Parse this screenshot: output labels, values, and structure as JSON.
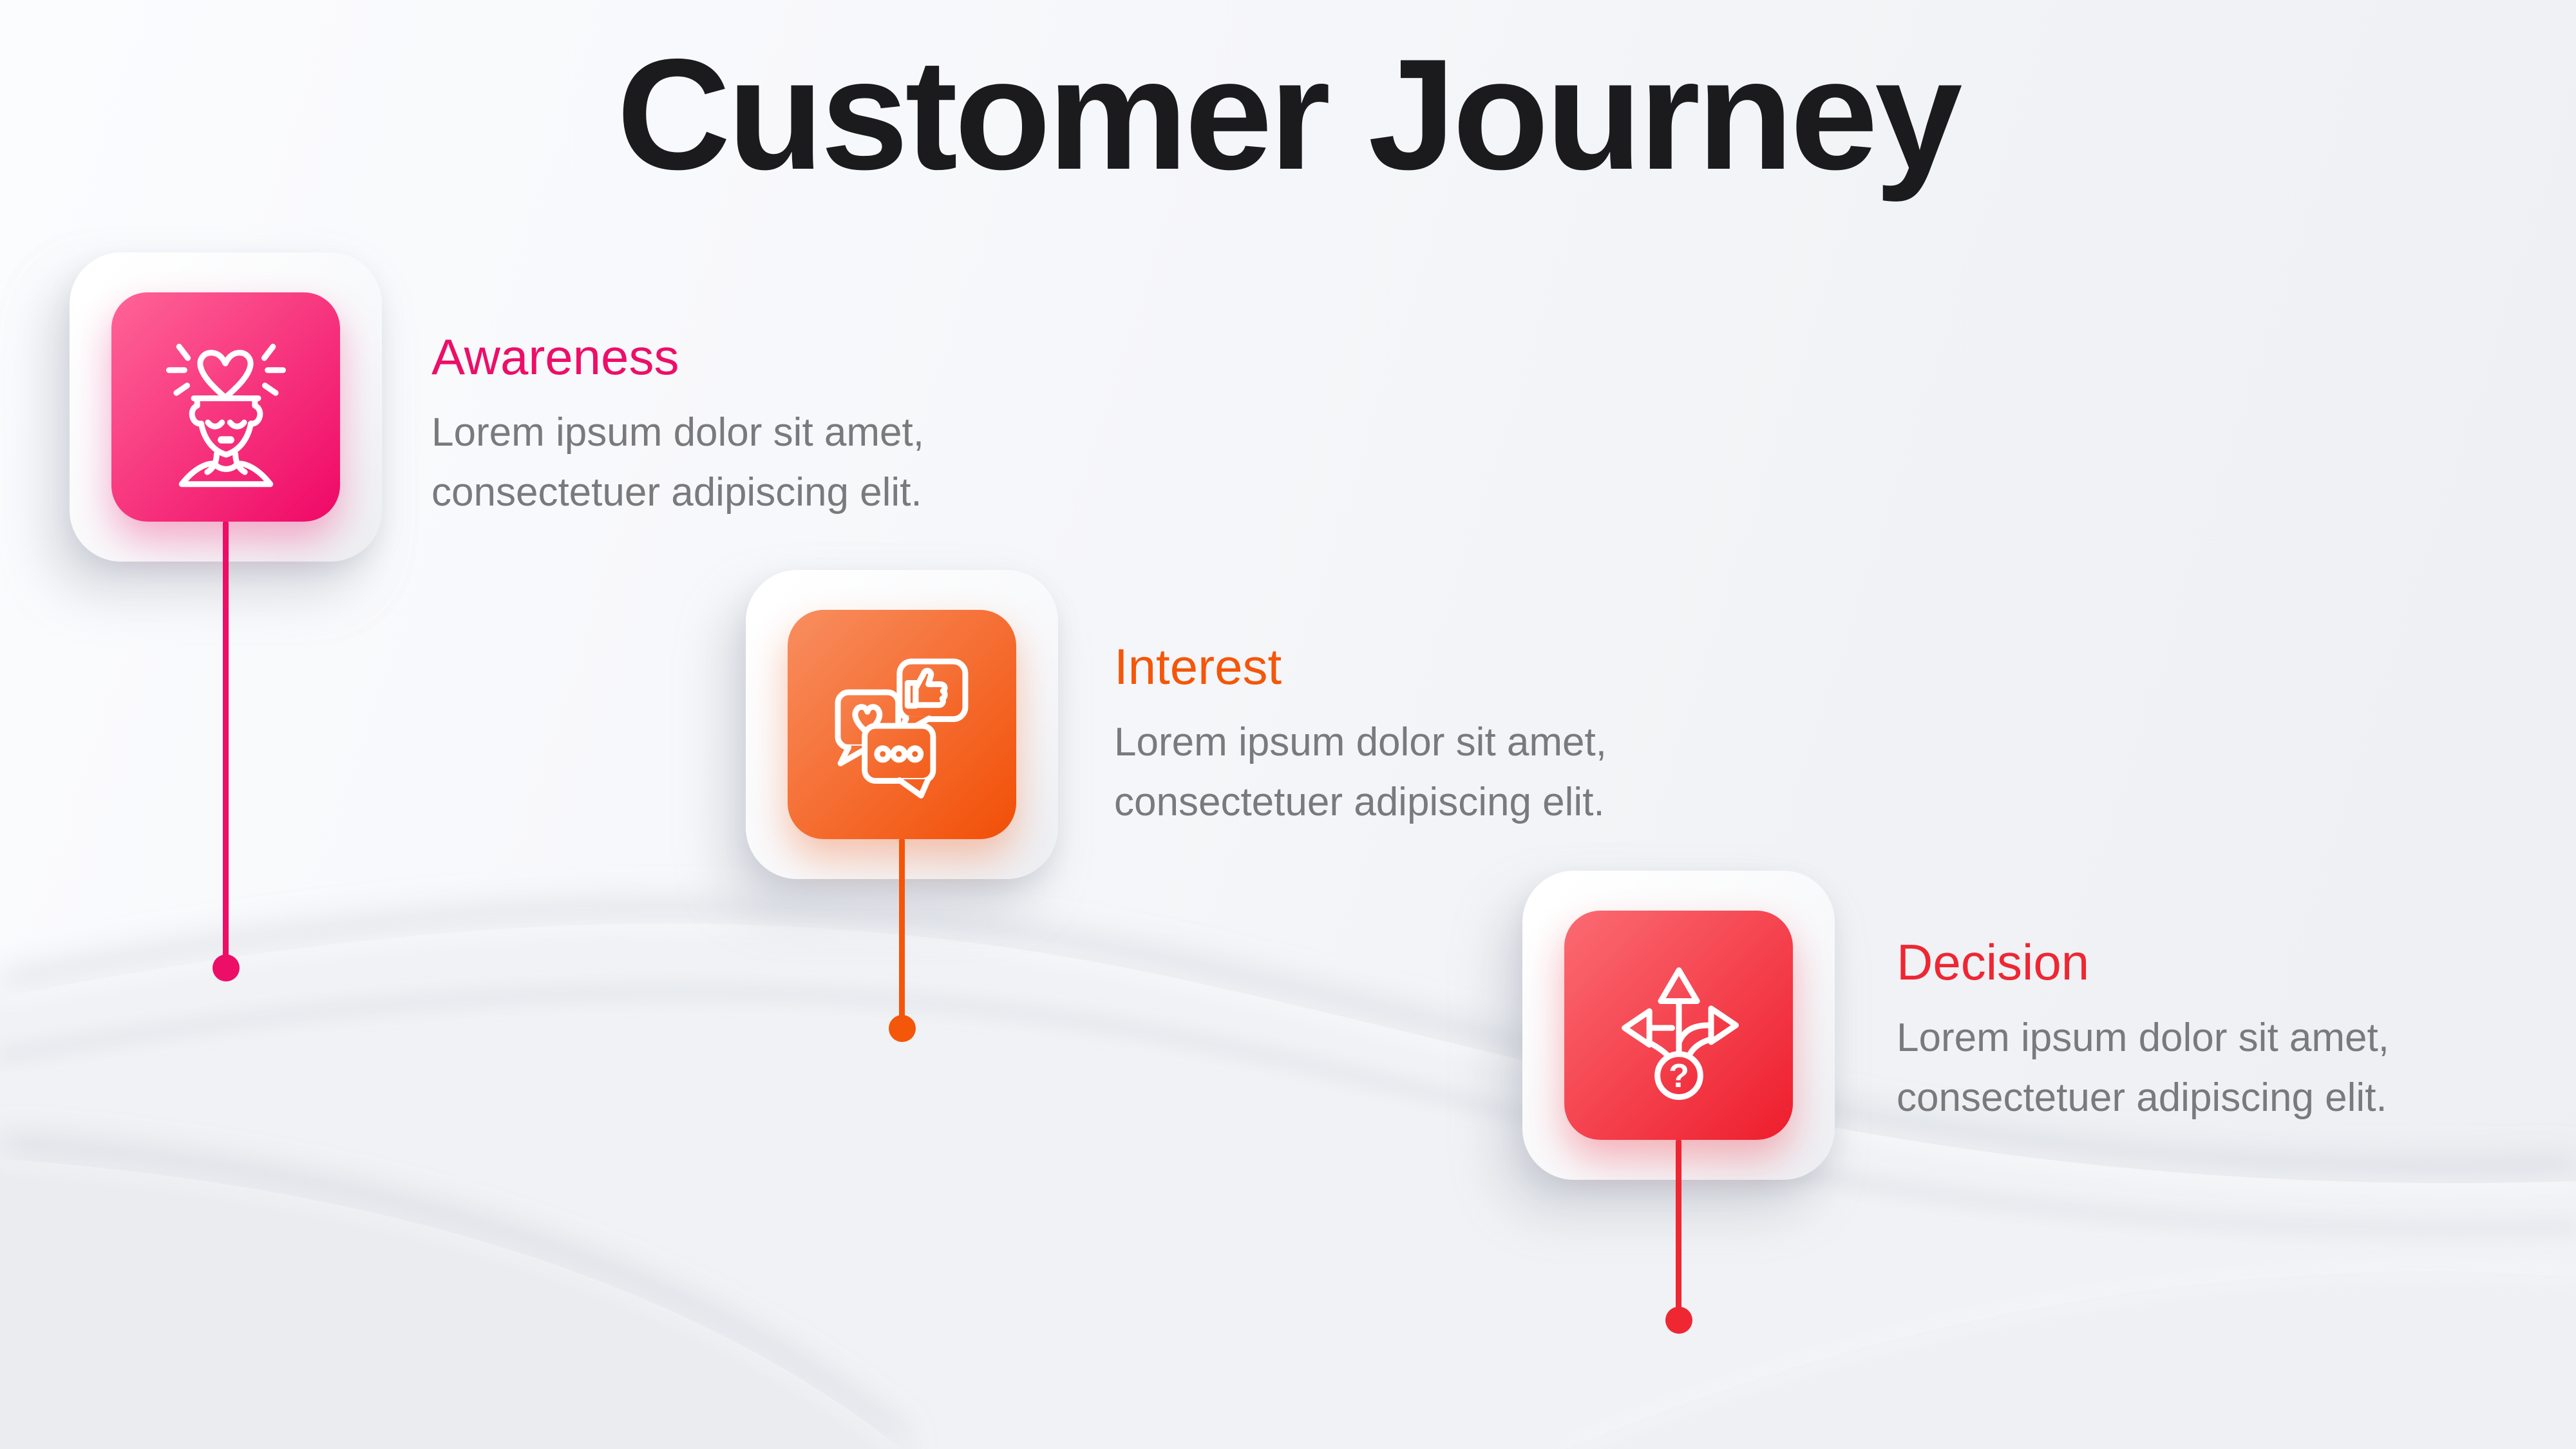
{
  "title": {
    "text": "Customer Journey",
    "color": "#1b1b1d"
  },
  "body_text_color": "#7a7a7d",
  "steps": [
    {
      "label": "Awareness",
      "description_lines": [
        "Lorem ipsum dolor sit amet,",
        "consectetuer adipiscing elit."
      ],
      "accent": "#ed0e68",
      "gradient_start": "#ff6496",
      "gradient_end": "#ef0867",
      "icon": "mind-heart-icon"
    },
    {
      "label": "Interest",
      "description_lines": [
        "Lorem ipsum dolor sit amet,",
        "consectetuer adipiscing elit."
      ],
      "accent": "#f4560a",
      "gradient_start": "#f88e60",
      "gradient_end": "#f24f06",
      "icon": "social-engagement-icon"
    },
    {
      "label": "Decision",
      "description_lines": [
        "Lorem ipsum dolor sit amet,",
        "consectetuer adipiscing elit."
      ],
      "accent": "#ee2733",
      "gradient_start": "#fb6b72",
      "gradient_end": "#ee1d2d",
      "icon": "decision-paths-icon"
    }
  ]
}
